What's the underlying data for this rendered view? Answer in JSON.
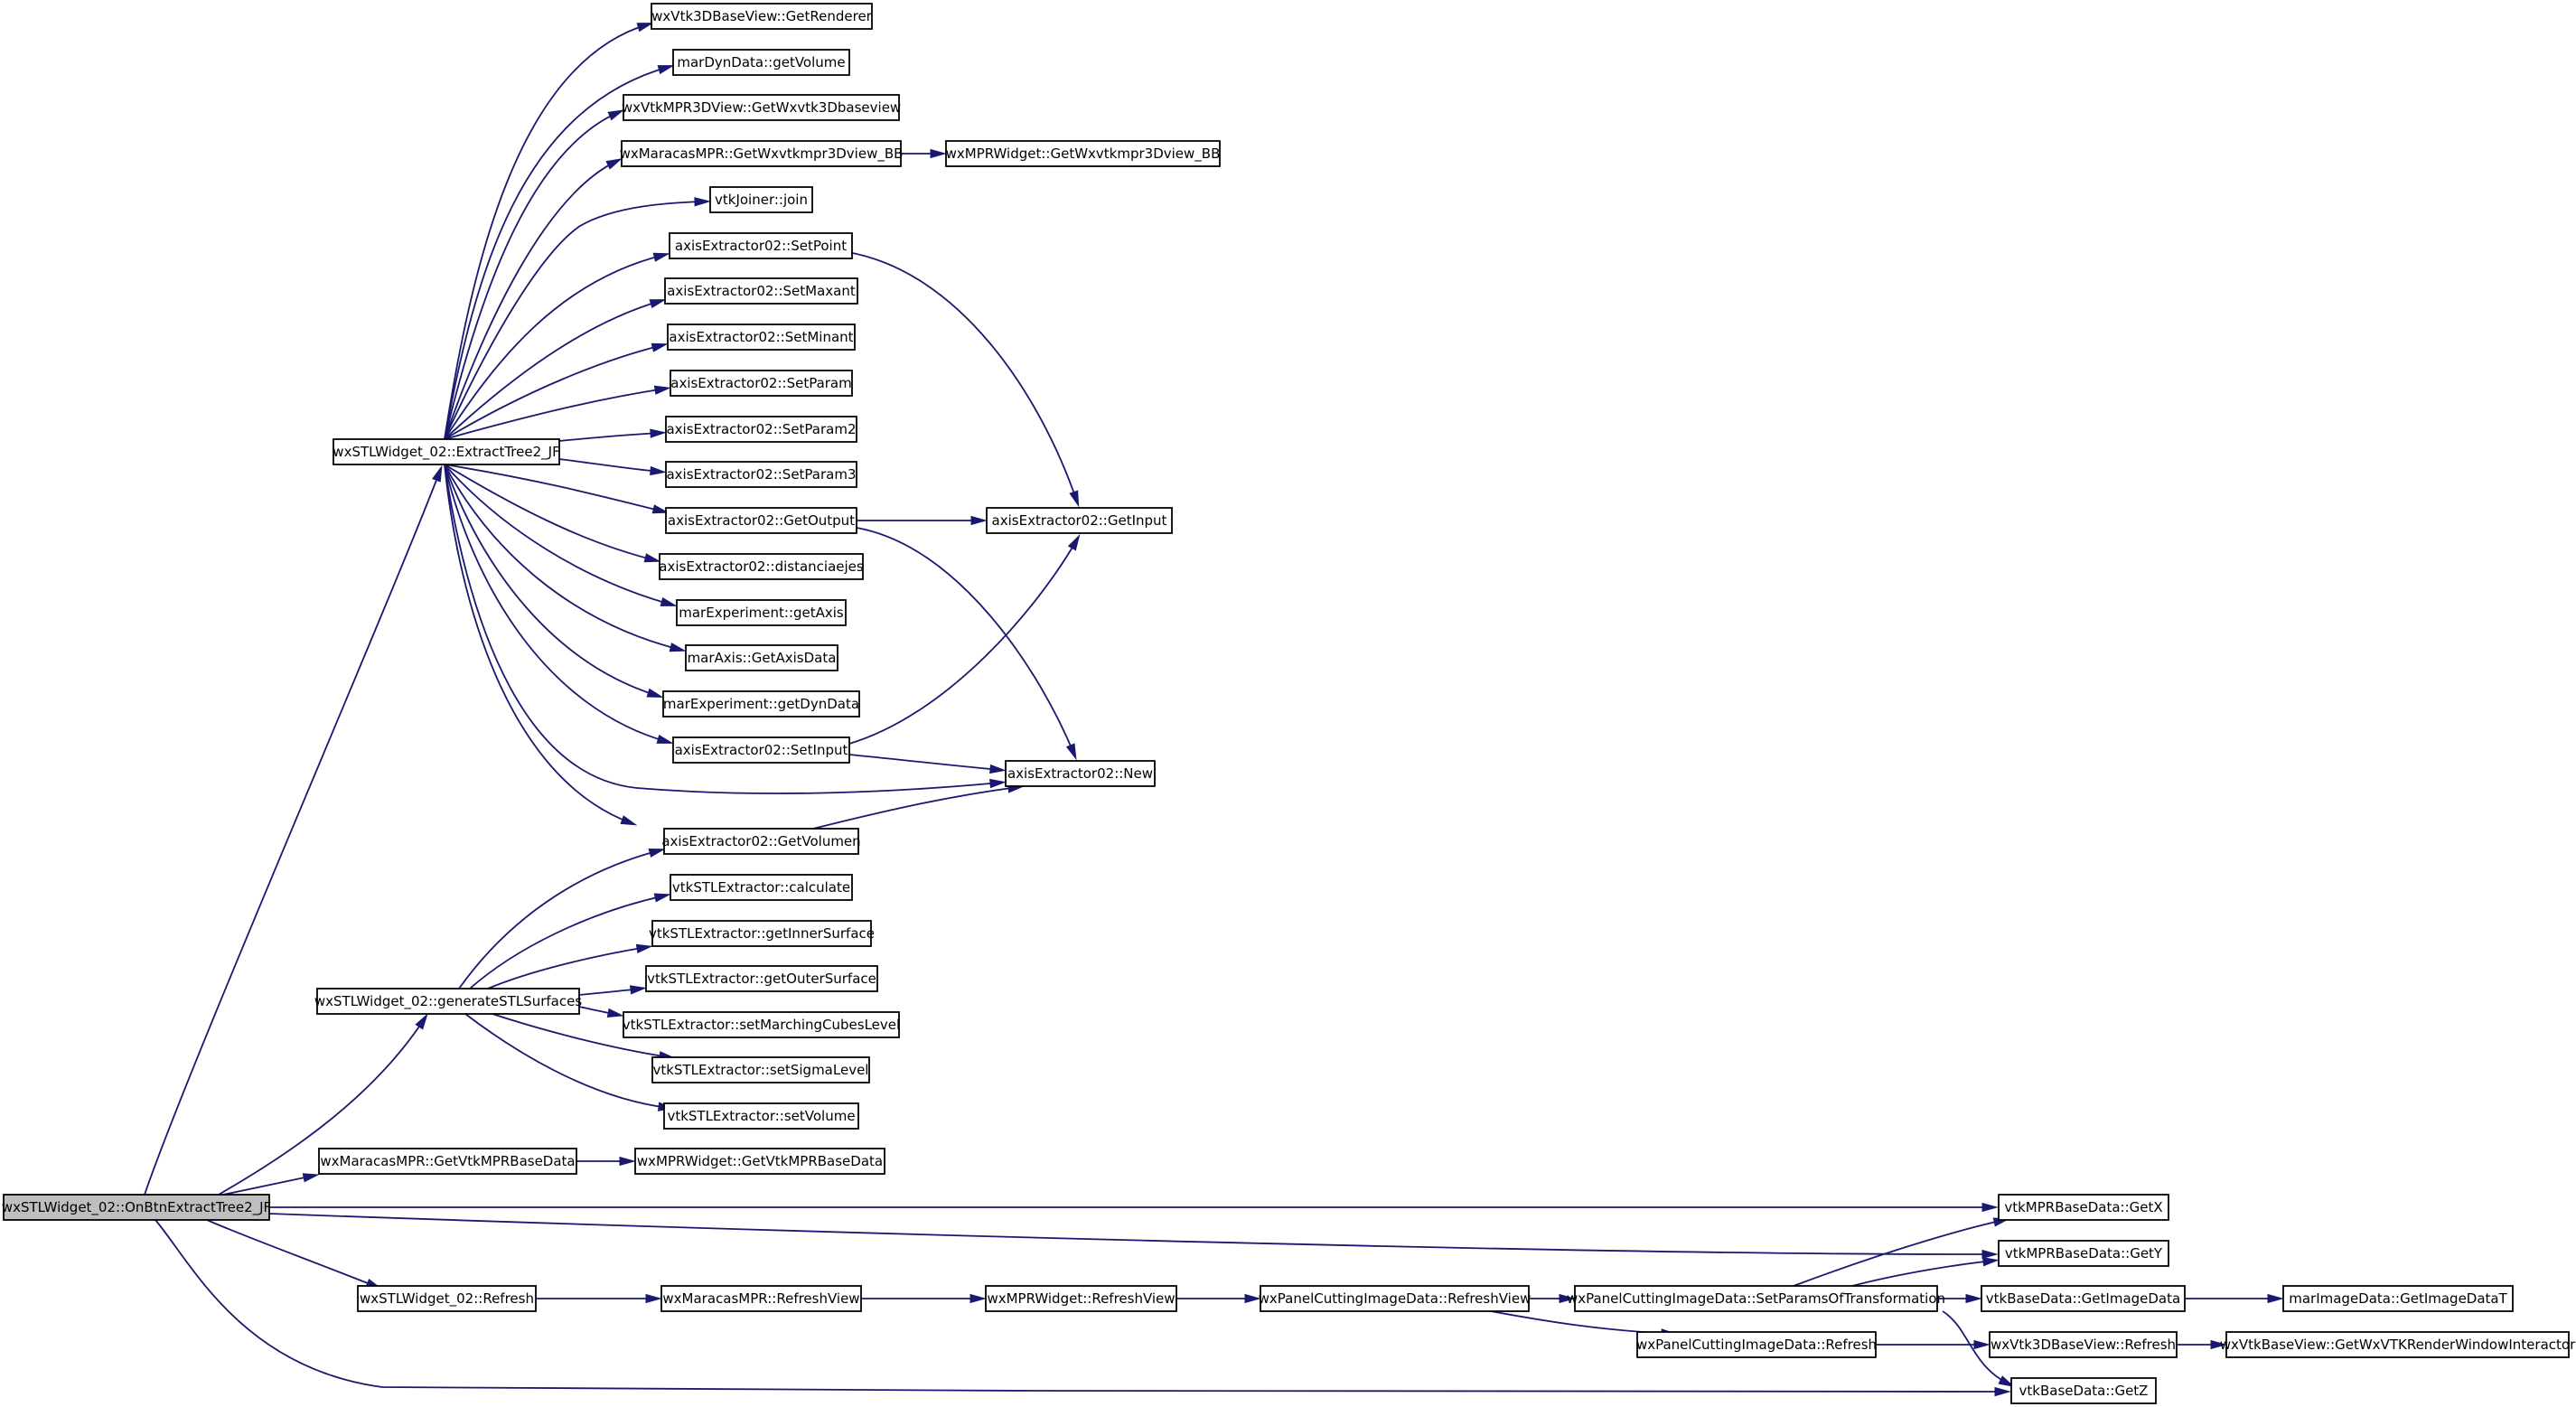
{
  "diagram": {
    "type": "call-graph",
    "root": "wxSTLWidget_02::OnBtnExtractTree2_JF",
    "edge_color": "#191970",
    "root_fill": "#bfbfbf",
    "nodes": {
      "n_root": "wxSTLWidget_02::OnBtnExtractTree2_JF",
      "n_extract": "wxSTLWidget_02::ExtractTree2_JF",
      "n_genstl": "wxSTLWidget_02::generateSTLSurfaces",
      "n_getvtkmpr": "wxMaracasMPR::GetVtkMPRBaseData",
      "n_refresh": "wxSTLWidget_02::Refresh",
      "n_getrenderer": "wxVtk3DBaseView::GetRenderer",
      "n_getvolume": "marDynData::getVolume",
      "n_getwxvtk3d": "wxVtkMPR3DView::GetWxvtk3Dbaseview",
      "n_getwxmpr3d": "wxMaracasMPR::GetWxvtkmpr3Dview_BB",
      "n_mprgetwxmpr3d": "wxMPRWidget::GetWxvtkmpr3Dview_BB",
      "n_join": "vtkJoiner::join",
      "n_setpoint": "axisExtractor02::SetPoint",
      "n_setmaxant": "axisExtractor02::SetMaxant",
      "n_setminant": "axisExtractor02::SetMinant",
      "n_setparam": "axisExtractor02::SetParam",
      "n_setparam2": "axisExtractor02::SetParam2",
      "n_setparam3": "axisExtractor02::SetParam3",
      "n_getoutput": "axisExtractor02::GetOutput",
      "n_getinput": "axisExtractor02::GetInput",
      "n_distancia": "axisExtractor02::distanciaejes",
      "n_getaxis": "marExperiment::getAxis",
      "n_getaxisdata": "marAxis::GetAxisData",
      "n_getdyndata": "marExperiment::getDynData",
      "n_setinput": "axisExtractor02::SetInput",
      "n_new": "axisExtractor02::New",
      "n_getvolumen": "axisExtractor02::GetVolumen",
      "n_calculate": "vtkSTLExtractor::calculate",
      "n_inner": "vtkSTLExtractor::getInnerSurface",
      "n_outer": "vtkSTLExtractor::getOuterSurface",
      "n_marching": "vtkSTLExtractor::setMarchingCubesLevel",
      "n_sigma": "vtkSTLExtractor::setSigmaLevel",
      "n_setvolume": "vtkSTLExtractor::setVolume",
      "n_mprgetvtk": "wxMPRWidget::GetVtkMPRBaseData",
      "n_getx": "vtkMPRBaseData::GetX",
      "n_gety": "vtkMPRBaseData::GetY",
      "n_getz": "vtkBaseData::GetZ",
      "n_refreshview": "wxMaracasMPR::RefreshView",
      "n_mprrefreshview": "wxMPRWidget::RefreshView",
      "n_pcrefreshview": "wxPanelCuttingImageData::RefreshView",
      "n_setparams": "wxPanelCuttingImageData::SetParamsOfTransformation",
      "n_pcrefresh": "wxPanelCuttingImageData::Refresh",
      "n_getimagedata": "vtkBaseData::GetImageData",
      "n_getimagedatat": "marImageData::GetImageDataT",
      "n_3drefresh": "wxVtk3DBaseView::Refresh",
      "n_getrwi": "wxVtkBaseView::GetWxVTKRenderWindowInteractor"
    },
    "edges": [
      [
        "n_root",
        "n_extract"
      ],
      [
        "n_root",
        "n_genstl"
      ],
      [
        "n_root",
        "n_getvtkmpr"
      ],
      [
        "n_root",
        "n_getx"
      ],
      [
        "n_root",
        "n_gety"
      ],
      [
        "n_root",
        "n_refresh"
      ],
      [
        "n_root",
        "n_getz"
      ],
      [
        "n_extract",
        "n_getrenderer"
      ],
      [
        "n_extract",
        "n_getvolume"
      ],
      [
        "n_extract",
        "n_getwxvtk3d"
      ],
      [
        "n_extract",
        "n_getwxmpr3d"
      ],
      [
        "n_extract",
        "n_join"
      ],
      [
        "n_extract",
        "n_setpoint"
      ],
      [
        "n_extract",
        "n_setmaxant"
      ],
      [
        "n_extract",
        "n_setminant"
      ],
      [
        "n_extract",
        "n_setparam"
      ],
      [
        "n_extract",
        "n_setparam2"
      ],
      [
        "n_extract",
        "n_setparam3"
      ],
      [
        "n_extract",
        "n_getoutput"
      ],
      [
        "n_extract",
        "n_distancia"
      ],
      [
        "n_extract",
        "n_getaxis"
      ],
      [
        "n_extract",
        "n_getaxisdata"
      ],
      [
        "n_extract",
        "n_getdyndata"
      ],
      [
        "n_extract",
        "n_setinput"
      ],
      [
        "n_extract",
        "n_new"
      ],
      [
        "n_extract",
        "n_getvolumen"
      ],
      [
        "n_getwxmpr3d",
        "n_mprgetwxmpr3d"
      ],
      [
        "n_setpoint",
        "n_getinput"
      ],
      [
        "n_getoutput",
        "n_getinput"
      ],
      [
        "n_getoutput",
        "n_new"
      ],
      [
        "n_setinput",
        "n_getinput"
      ],
      [
        "n_setinput",
        "n_new"
      ],
      [
        "n_getvolumen",
        "n_new"
      ],
      [
        "n_genstl",
        "n_getvolumen"
      ],
      [
        "n_genstl",
        "n_calculate"
      ],
      [
        "n_genstl",
        "n_inner"
      ],
      [
        "n_genstl",
        "n_outer"
      ],
      [
        "n_genstl",
        "n_marching"
      ],
      [
        "n_genstl",
        "n_sigma"
      ],
      [
        "n_genstl",
        "n_setvolume"
      ],
      [
        "n_getvtkmpr",
        "n_mprgetvtk"
      ],
      [
        "n_refresh",
        "n_refreshview"
      ],
      [
        "n_refreshview",
        "n_mprrefreshview"
      ],
      [
        "n_mprrefreshview",
        "n_pcrefreshview"
      ],
      [
        "n_pcrefreshview",
        "n_setparams"
      ],
      [
        "n_pcrefreshview",
        "n_pcrefresh"
      ],
      [
        "n_setparams",
        "n_getx"
      ],
      [
        "n_setparams",
        "n_gety"
      ],
      [
        "n_setparams",
        "n_getimagedata"
      ],
      [
        "n_setparams",
        "n_getz"
      ],
      [
        "n_getimagedata",
        "n_getimagedatat"
      ],
      [
        "n_pcrefresh",
        "n_3drefresh"
      ],
      [
        "n_3drefresh",
        "n_getrwi"
      ]
    ]
  }
}
